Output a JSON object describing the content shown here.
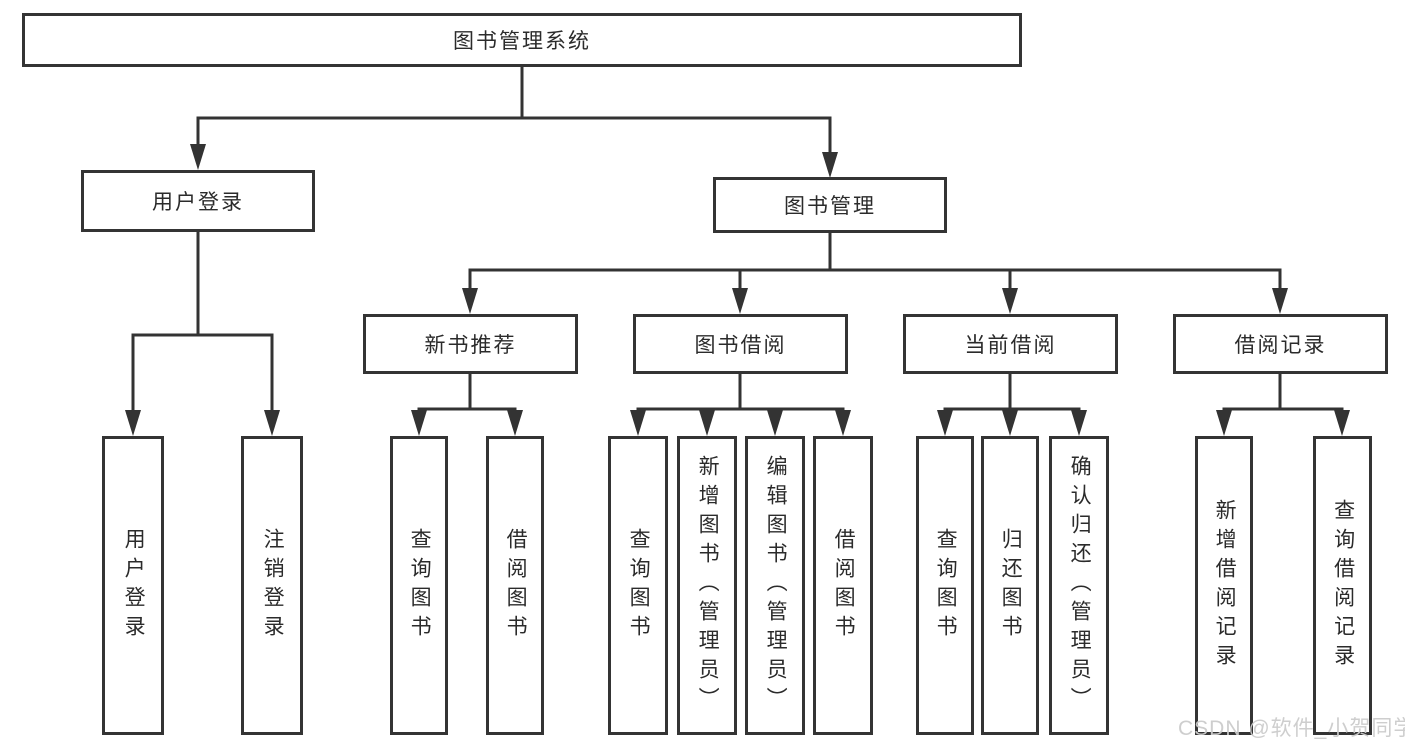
{
  "tree": {
    "root_label": "图书管理系统",
    "branches": [
      {
        "label": "用户登录",
        "children": [
          "用户登录",
          "注销登录"
        ]
      },
      {
        "label": "图书管理",
        "children": [
          {
            "label": "新书推荐",
            "children": [
              "查询图书",
              "借阅图书"
            ]
          },
          {
            "label": "图书借阅",
            "children": [
              "查询图书",
              "新增图书（管理员）",
              "编辑图书（管理员）",
              "借阅图书"
            ]
          },
          {
            "label": "当前借阅",
            "children": [
              "查询图书",
              "归还图书",
              "确认归还（管理员）"
            ]
          },
          {
            "label": "借阅记录",
            "children": [
              "新增借阅记录",
              "查询借阅记录"
            ]
          }
        ]
      }
    ]
  },
  "watermark": "CSDN @软件_小贺同学",
  "colors": {
    "line": "#333333",
    "box_border": "#343434",
    "text": "#2b2b2b",
    "watermark": "#cbcbcb",
    "background": "#ffffff"
  }
}
